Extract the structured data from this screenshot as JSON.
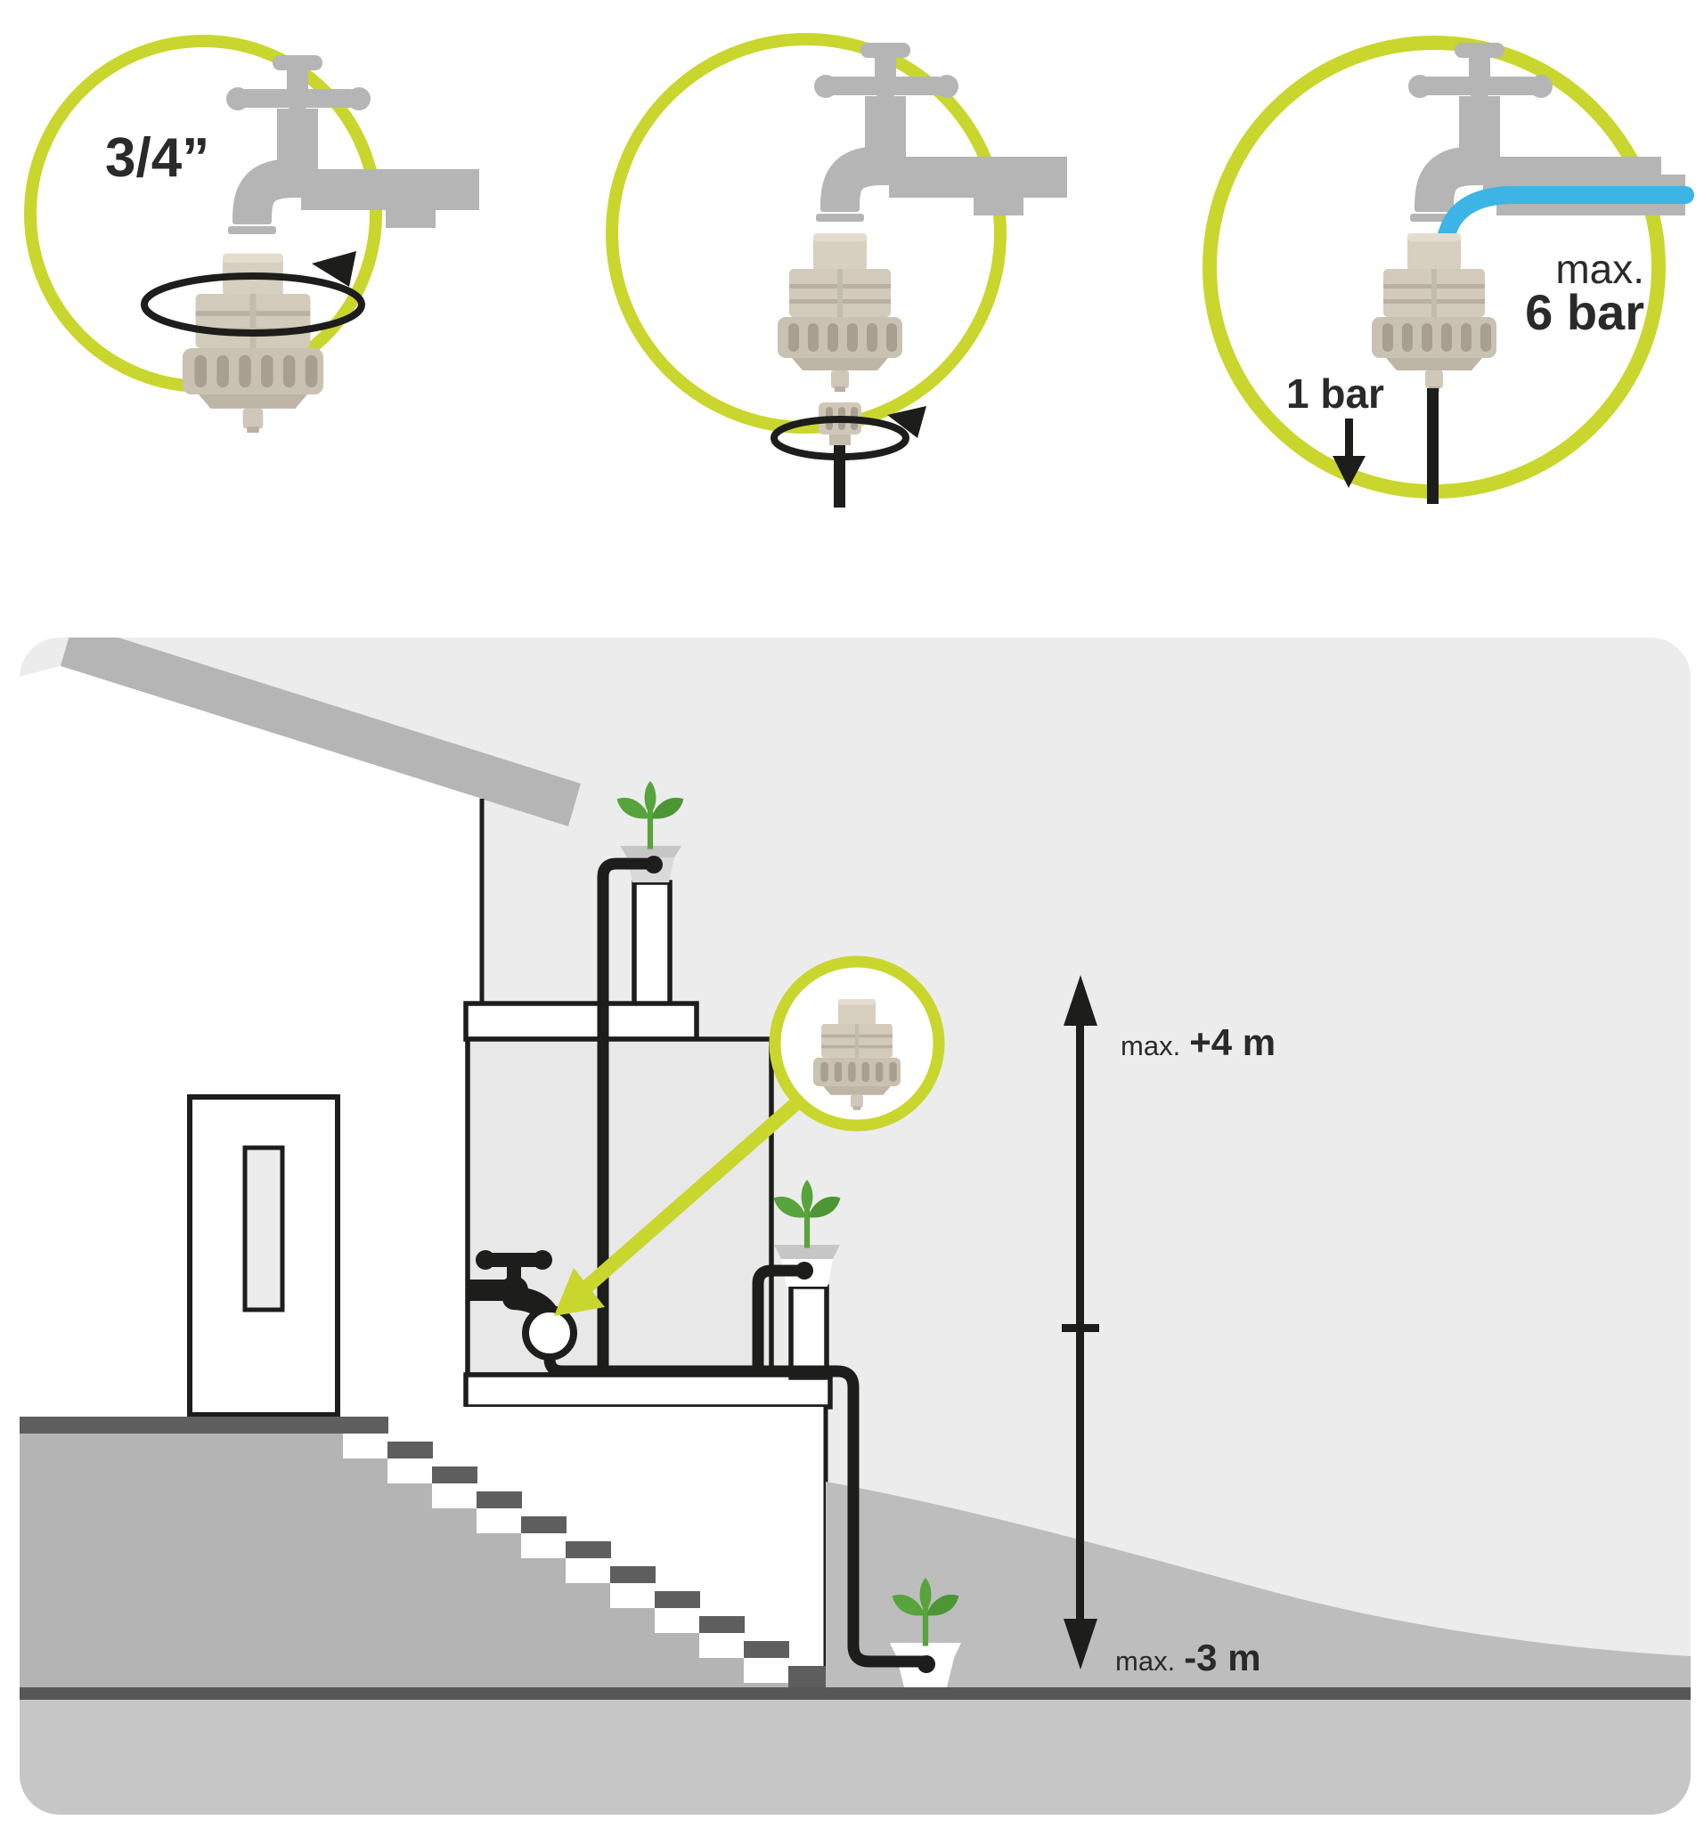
{
  "steps": {
    "step1": {
      "size_label": "3/4”"
    },
    "step3": {
      "max_prefix": "max.",
      "max_value": "6 bar",
      "outlet_label": "1 bar"
    }
  },
  "scene": {
    "rise_limit": {
      "prefix": "max.",
      "value": "+4 m"
    },
    "drop_limit": {
      "prefix": "max.",
      "value": "-3 m"
    }
  },
  "colors": {
    "accent_lime": "#c9d62e",
    "water_blue": "#3cb4e6",
    "ink": "#1d1d1b",
    "plant_green": "#57a33c"
  }
}
